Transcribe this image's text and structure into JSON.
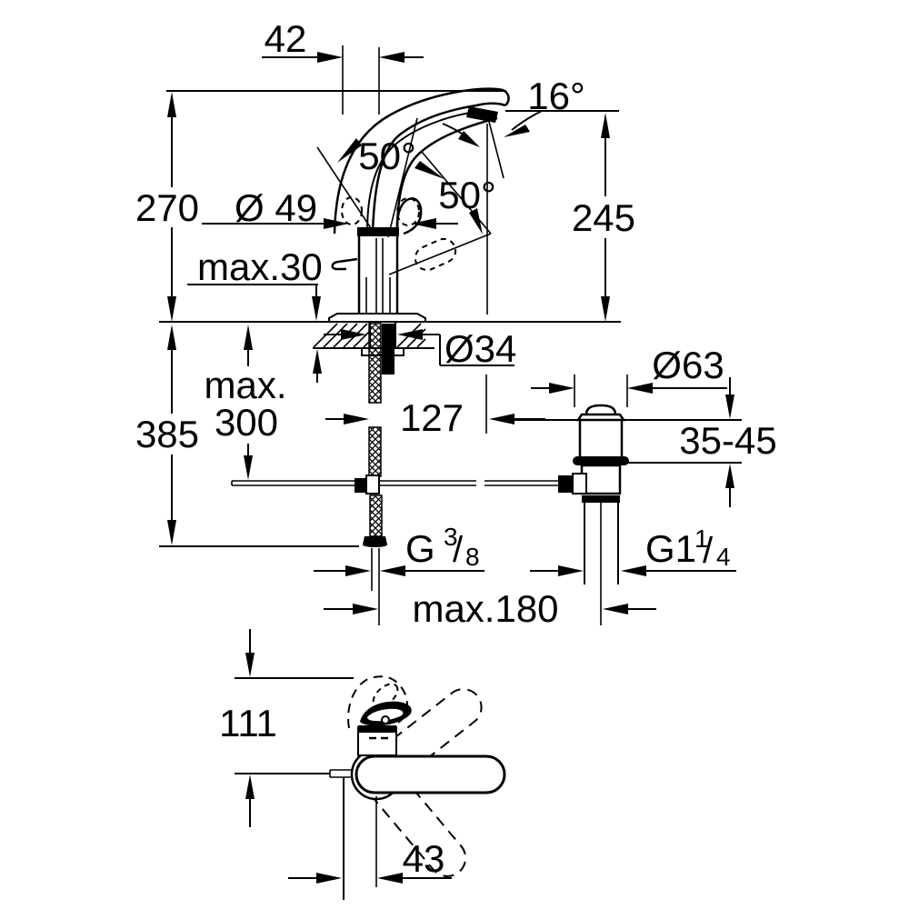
{
  "colors": {
    "background": "#ffffff",
    "ink": "#000000"
  },
  "side_view": {
    "top_width": "42",
    "left_height": "270",
    "right_height": "245",
    "spout_angle": "16°",
    "handle_open_angle": "50°",
    "handle_travel_angle": "50°",
    "handle_diameter": "Ø 49",
    "counter_max_thickness": "max.30",
    "total_height": "385",
    "hose_max_word": "max.",
    "hose_max_value": "300",
    "shank_diameter": "Ø34",
    "spout_reach": "127",
    "waste_flange_diameter": "Ø63",
    "counter_thickness_range": "35-45",
    "supply_thread": {
      "prefix": "G",
      "numerator": "3",
      "slash": "/",
      "denominator": "8"
    },
    "waste_thread": {
      "prefix": "G1",
      "numerator": "1",
      "slash": "/",
      "denominator": "4"
    },
    "rod_max_length": "max.180"
  },
  "top_view": {
    "handle_depth": "111",
    "rod_offset": "43"
  }
}
